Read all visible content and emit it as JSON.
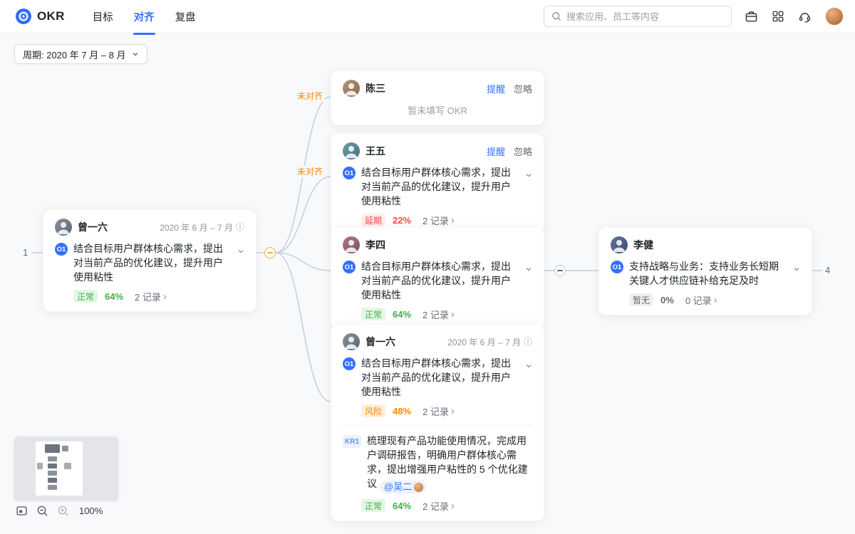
{
  "theme": {
    "accent": "#3370ff",
    "canvas": "#f8f9fb",
    "line": "#c3cee4",
    "dark": "#1f2329",
    "green": "#3bb346",
    "greenBg": "#e4f6e5",
    "red": "#f54a45",
    "redBg": "#fdeceb",
    "orange": "#ff8800",
    "orangeBg": "#fdefd8",
    "neutralBg": "#eff0f1"
  },
  "nav": {
    "logo": "OKR",
    "tabs": [
      {
        "label": "目标"
      },
      {
        "label": "对齐"
      },
      {
        "label": "复盘"
      }
    ],
    "search_placeholder": "搜索应用、员工等内容"
  },
  "filter": {
    "period": "周期: 2020 年 7 月 – 8 月"
  },
  "graph": {
    "left_count": "1",
    "right_count": "4",
    "unaligned_label_1": "未对齐",
    "unaligned_label_2": "未对齐",
    "cards": {
      "root": {
        "name": "曾一六",
        "date": "2020 年 6 月 – 7 月",
        "obadge": "O1",
        "objective": "结合目标用户群体核心需求，提出对当前产品的优化建议，提升用户使用粘性",
        "status": "正常",
        "pct": "64%",
        "records": "2 记录"
      },
      "chen": {
        "name": "陈三",
        "remind": "提醒",
        "ignore": "忽略",
        "empty": "暂未填写 OKR"
      },
      "wang": {
        "name": "王五",
        "remind": "提醒",
        "ignore": "忽略",
        "obadge": "O1",
        "objective": "结合目标用户群体核心需求，提出对当前产品的优化建议，提升用户使用粘性",
        "status": "延期",
        "pct": "22%",
        "records": "2 记录"
      },
      "li": {
        "name": "李四",
        "obadge": "O1",
        "objective": "结合目标用户群体核心需求，提出对当前产品的优化建议，提升用户使用粘性",
        "status": "正常",
        "pct": "64%",
        "records": "2 记录"
      },
      "zeng": {
        "name": "曾一六",
        "date": "2020 年 6 月 – 7 月",
        "obadge": "O1",
        "objective": "结合目标用户群体核心需求，提出对当前产品的优化建议，提升用户使用粘性",
        "status": "风险",
        "pct": "48%",
        "records": "2 记录",
        "krbadge": "KR1",
        "krtext": "梳理现有产品功能使用情况，完成用户调研报告，明确用户群体核心需求，提出增强用户粘性的 5 个优化建议",
        "mention": "@吴二",
        "krstatus": "正常",
        "krpct": "64%",
        "krrecords": "2 记录"
      },
      "lijian": {
        "name": "李健",
        "obadge": "O1",
        "objective": "支持战略与业务：支持业务长短期关键人才供应链补给充足及时",
        "status": "暂无",
        "pct": "0%",
        "records": "0 记录"
      }
    }
  },
  "minimap": {
    "zoom": "100%"
  }
}
